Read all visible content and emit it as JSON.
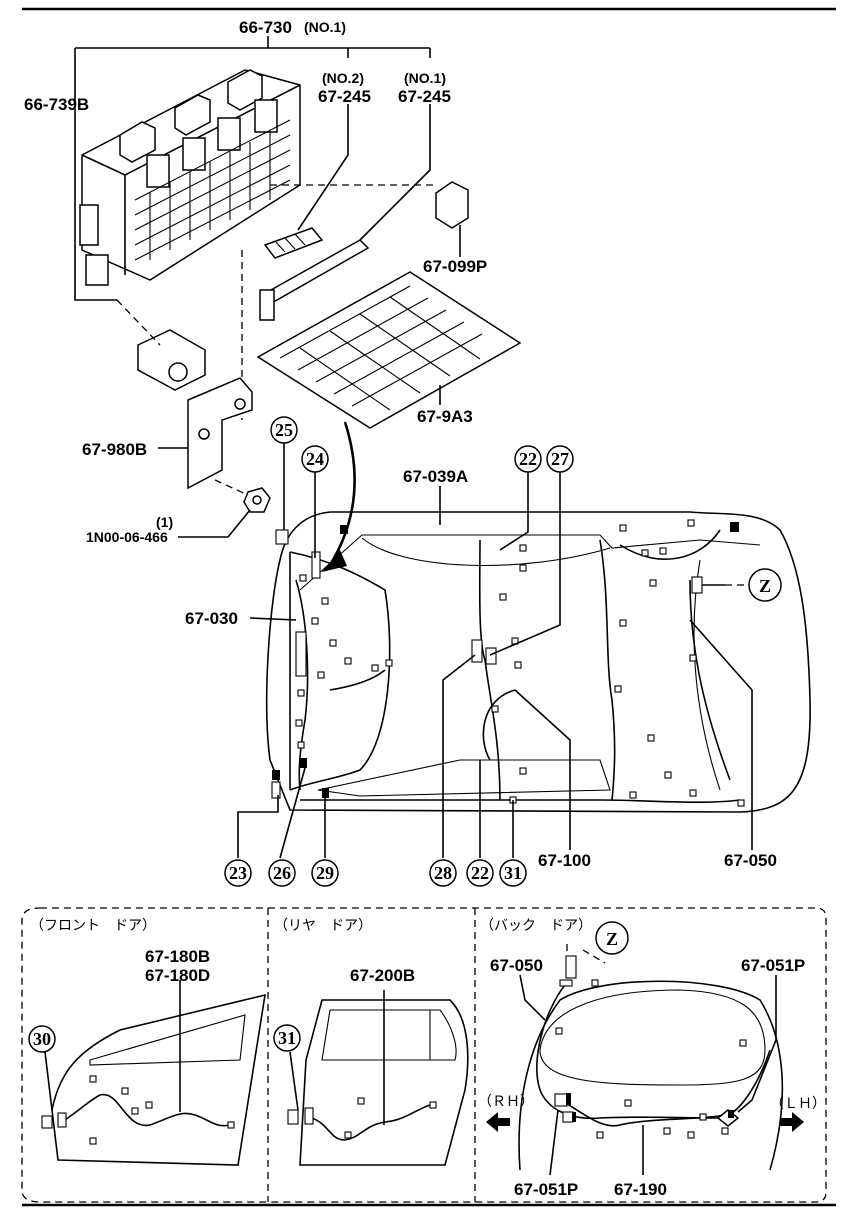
{
  "parts": {
    "fuse_block_no1": "66-730",
    "fuse_block_no1_tag": "(NO.1)",
    "fuse_block_no2_tag": "(NO.2)",
    "fuse_no2": "67-245",
    "fuse_no1_tag": "(NO.1)",
    "fuse_no1": "67-245",
    "block_cover": "66-739B",
    "relay": "67-099P",
    "label_sheet": "67-9A3",
    "bracket": "67-980B",
    "nut_qty": "(1)",
    "nut": "1N00-06-466",
    "main_harness": "67-039A",
    "front_harness": "67-030",
    "floor_harness": "67-100",
    "rear_harness": "67-050",
    "front_door_harness_b": "67-180B",
    "front_door_harness_d": "67-180D",
    "rear_door_harness": "67-200B",
    "back_door_harness_050": "67-050",
    "back_door_harness_051p_top": "67-051P",
    "back_door_harness_051p_bottom": "67-051P",
    "back_door_harness_190": "67-190"
  },
  "callouts": {
    "c25": "25",
    "c24": "24",
    "c22_top": "22",
    "c27": "27",
    "c23": "23",
    "c26": "26",
    "c29": "29",
    "c28": "28",
    "c22_bottom": "22",
    "c31_main": "31",
    "c30": "30",
    "c31_door": "31"
  },
  "reference": {
    "z_main": "Z",
    "z_door": "Z"
  },
  "panels": {
    "front_door": "（フロント　ドア）",
    "rear_door": "（リヤ　ドア）",
    "back_door": "（バック　ドア）",
    "rh": "（ＲＨ）",
    "lh": "（ＬＨ）"
  }
}
